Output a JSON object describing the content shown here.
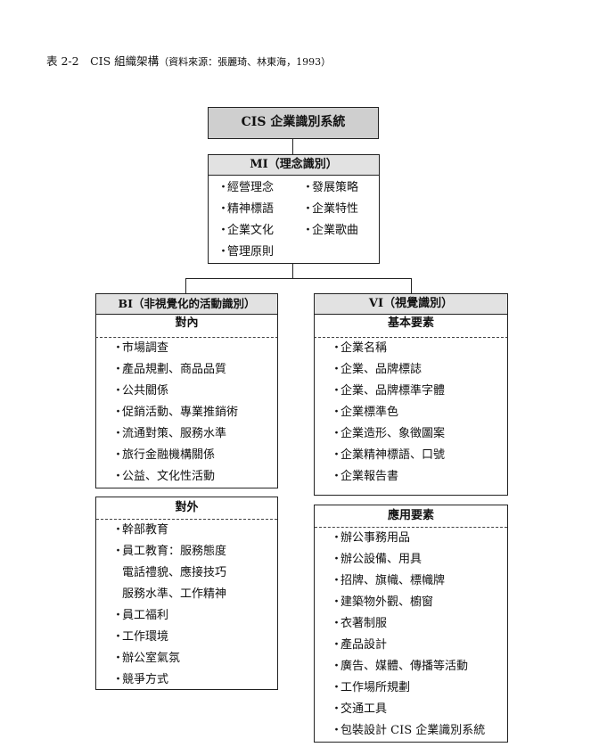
{
  "caption": {
    "label": "表 2-2　CIS 組織架構",
    "source": "（資料來源：張麗琦、林東海，1993）"
  },
  "root": {
    "title": "CIS 企業識別系統"
  },
  "mi": {
    "title": "MI（理念識別）",
    "left": [
      "經營理念",
      "精神標語",
      "企業文化",
      "管理原則"
    ],
    "right": [
      "發展策略",
      "企業特性",
      "企業歌曲"
    ]
  },
  "bi": {
    "title": "BI（非視覺化的活動識別）",
    "inner": {
      "title": "對內",
      "items": [
        "市場調查",
        "產品規劃、商品品質",
        "公共關係",
        "促銷活動、專業推銷術",
        "流通對策、服務水準",
        "旅行金融機構關係",
        "公益、文化性活動"
      ]
    },
    "outer": {
      "title": "對外",
      "items": [
        {
          "text": "幹部教育"
        },
        {
          "text": "員工教育：服務態度"
        },
        {
          "text": "電話禮貌、應接技巧",
          "cont": true
        },
        {
          "text": "服務水準、工作精神",
          "cont": true
        },
        {
          "text": "員工福利"
        },
        {
          "text": "工作環境"
        },
        {
          "text": "辦公室氣氛"
        },
        {
          "text": "競爭方式"
        }
      ]
    }
  },
  "vi": {
    "title": "VI（視覺識別）",
    "basic": {
      "title": "基本要素",
      "items": [
        "企業名稱",
        "企業、品牌標誌",
        "企業、品牌標準字體",
        "企業標準色",
        "企業造形、象徵圖案",
        "企業精神標語、口號",
        "企業報告書"
      ]
    },
    "applied": {
      "title": "應用要素",
      "items": [
        "辦公事務用品",
        "辦公設備、用具",
        "招牌、旗幟、標幟牌",
        "建築物外觀、櫥窗",
        "衣著制服",
        "產品設計",
        "廣告、媒體、傳播等活動",
        "工作場所規劃",
        "交通工具",
        "包裝設計 CIS 企業識別系統"
      ]
    }
  }
}
